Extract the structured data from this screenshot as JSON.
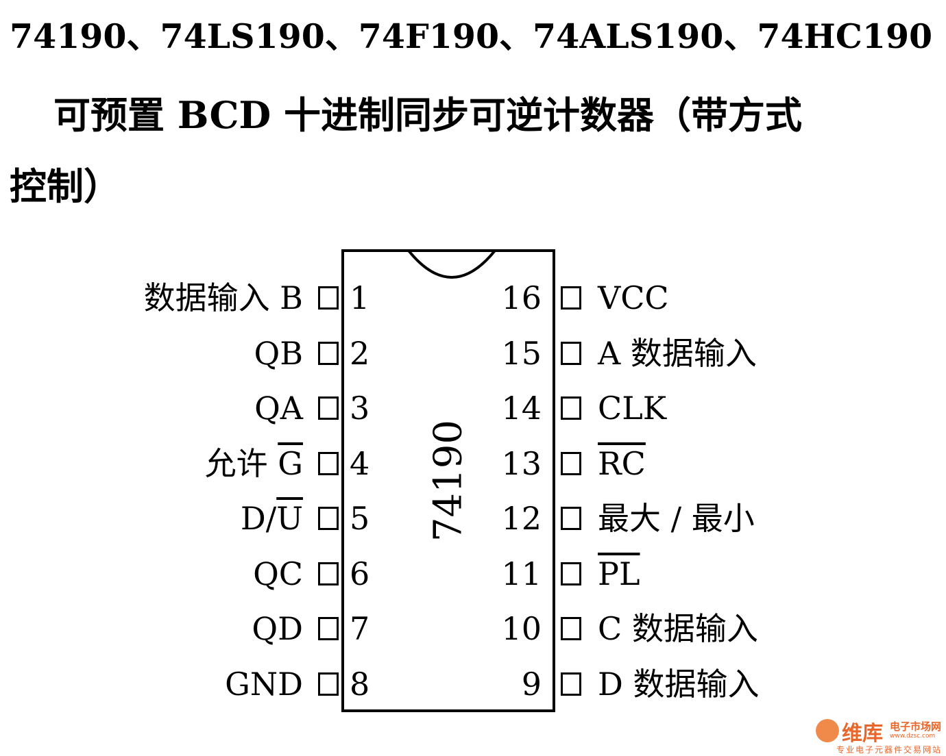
{
  "title": {
    "line1": "74190、74LS190、74F190、74ALS190、74HC190",
    "line2": "可预置 BCD 十进制同步可逆计数器（带方式",
    "line3": "控制）"
  },
  "chip": {
    "part_number": "74190",
    "left_pins": [
      {
        "number": "1",
        "label": "数据输入 B",
        "overline": false
      },
      {
        "number": "2",
        "label": "QB",
        "overline": false
      },
      {
        "number": "3",
        "label": "QA",
        "overline": false
      },
      {
        "number": "4",
        "label_prefix": "允许 ",
        "label": "G",
        "overline": true
      },
      {
        "number": "5",
        "label_prefix": "D/",
        "label": "U",
        "overline": true
      },
      {
        "number": "6",
        "label": "QC",
        "overline": false
      },
      {
        "number": "7",
        "label": "QD",
        "overline": false
      },
      {
        "number": "8",
        "label": "GND",
        "overline": false
      }
    ],
    "right_pins": [
      {
        "number": "16",
        "label": "VCC",
        "overline": false
      },
      {
        "number": "15",
        "label": "A 数据输入",
        "overline": false
      },
      {
        "number": "14",
        "label": "CLK",
        "overline": false
      },
      {
        "number": "13",
        "label": "RC",
        "overline": true
      },
      {
        "number": "12",
        "label": "最大 / 最小",
        "overline": false
      },
      {
        "number": "11",
        "label": "PL",
        "overline": true
      },
      {
        "number": "10",
        "label": "C 数据输入",
        "overline": false
      },
      {
        "number": "9",
        "label": "D 数据输入",
        "overline": false
      }
    ]
  },
  "watermark": {
    "name": "维库",
    "site": "电子市场网",
    "url": "www.dzsc.com",
    "slogan": "专业电子元器件交易网站"
  }
}
